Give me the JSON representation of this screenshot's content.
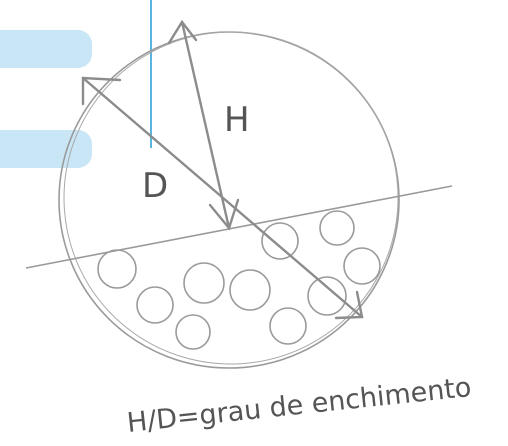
{
  "labels": {
    "height": "H",
    "diameter": "D",
    "caption": "H/D=grau de enchimento"
  },
  "colors": {
    "stroke": "#9a9a9a",
    "arrow": "#8c8c8c",
    "tab": "#c9e6f7",
    "guide_line": "#5bb3e0",
    "text": "#555555"
  }
}
